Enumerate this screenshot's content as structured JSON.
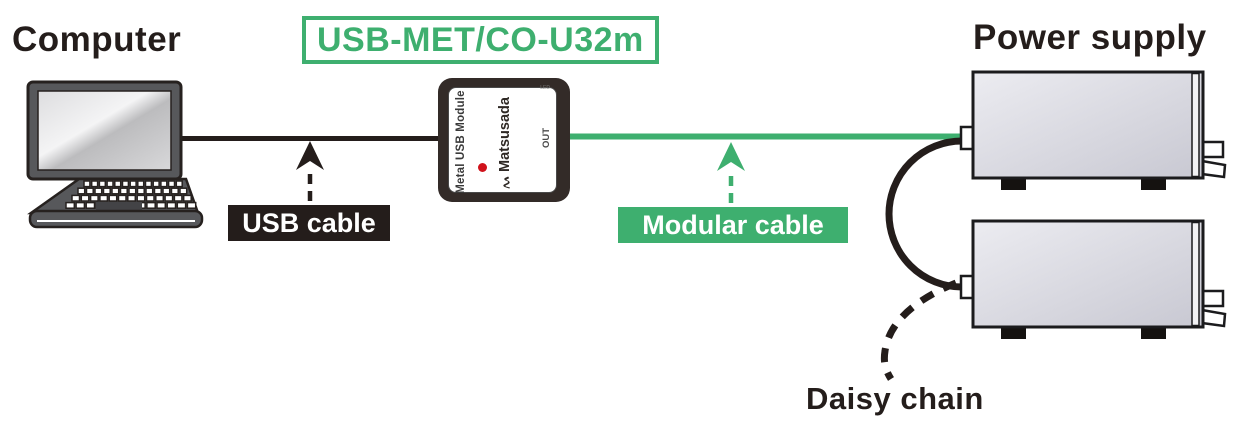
{
  "title": "USB-MET/CO-U32m",
  "labels": {
    "computer": "Computer",
    "power_supply": "Power supply",
    "daisy_chain": "Daisy chain"
  },
  "cable_tags": {
    "usb": "USB cable",
    "modular": "Modular cable"
  },
  "module": {
    "side_text": "Metal USB Module",
    "brand": "Matsusada",
    "port": "OUT",
    "corner_marking": "LED"
  },
  "icons": {
    "matsusada_logo": "matsusada-logo-icon",
    "led": "led-indicator"
  },
  "colors": {
    "green": "#3eaf6f",
    "ink": "#241d1b",
    "led_red": "#d0121b",
    "psu_gray": "#d4d4dc"
  }
}
